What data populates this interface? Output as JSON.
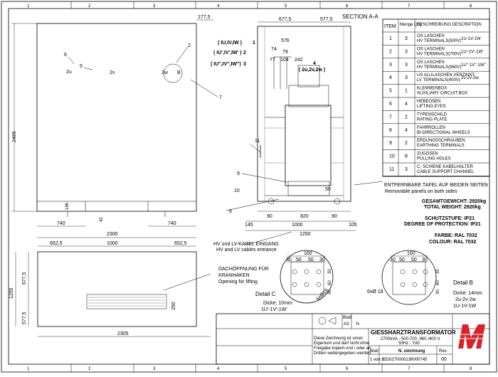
{
  "border_top": [
    "1",
    "2",
    "3",
    "4",
    "5",
    "6",
    "7",
    "8"
  ],
  "border_bottom": [
    "1",
    "2",
    "3",
    "4",
    "5",
    "6",
    "7",
    "8"
  ],
  "side_view": {
    "labels": {
      "n6": "6",
      "n5": "5",
      "n2": "2",
      "n7": "7",
      "n11": "11",
      "n9": "9",
      "n10": "10",
      "n8": "8",
      "u2": "2u",
      "v2": "2v",
      "w2": "2w",
      "B": "B"
    },
    "dims": {
      "h2489": "2489",
      "d1775": "177,5",
      "h186": "186",
      "h42": "42",
      "w740a": "740",
      "w740b": "740",
      "w2300": "2300"
    }
  },
  "section": {
    "title": "SECTION A-A",
    "dims": {
      "d6775": "677,5",
      "d5775": "577,5",
      "d576": "576",
      "d74": "74",
      "d79": "79",
      "d77": "77",
      "d104": "104",
      "d242": "242",
      "d50": "50",
      "d90a": "90",
      "d90b": "90",
      "d820": "820",
      "d145": "145",
      "d1000": "1000",
      "d105": "105",
      "d1250": "1250"
    },
    "callouts": {
      "c1": "( IU,IV,IW )",
      "n1": "1",
      "c2": "( IU',IV',IW' )",
      "n2": "2",
      "c3": "( IU'',IV'',IW'')",
      "n3": "3",
      "c4": "( 2u,2v,2w )",
      "n4": "4"
    }
  },
  "table": {
    "headers": {
      "item": "ITEM",
      "qty": "Menge Q.ty",
      "desc": "BESCHREIBUNG DESCRIPTION"
    },
    "rows": [
      {
        "item": "1",
        "qty": "3",
        "de": "OS LASCHEN",
        "en": "HV TERMINALS(500V)",
        "tag": "1U-1V-1W"
      },
      {
        "item": "2",
        "qty": "3",
        "de": "OS LASCHEN",
        "en": "HV TERMINALS(700V)",
        "tag": "1U'-1V'-1W'"
      },
      {
        "item": "3",
        "qty": "3",
        "de": "OS LASCHEN",
        "en": "HV TERMINALS(960V)",
        "tag": "1U''-1V''-1W''"
      },
      {
        "item": "4",
        "qty": "3",
        "de": "US ALULASCHEN VERZINNT",
        "en": "LV TERMINALS(400V)",
        "tag": "2u-2v-2w"
      },
      {
        "item": "5",
        "qty": "1",
        "de": "KLEMMENBOX",
        "en": "AUXILIARY CIRCUIT BOX",
        "tag": ""
      },
      {
        "item": "6",
        "qty": "4",
        "de": "HEBEOSEN",
        "en": "LIFTING EYES",
        "tag": ""
      },
      {
        "item": "7",
        "qty": "2",
        "de": "TYPENSCHILD",
        "en": "RATING PLATE",
        "tag": ""
      },
      {
        "item": "8",
        "qty": "4",
        "de": "FAHRROLLEN",
        "en": "BI-DIRECTIONAL WHEELS",
        "tag": ""
      },
      {
        "item": "9",
        "qty": "2",
        "de": "ERDUNGSSCHRAUBEN",
        "en": "EARTHING TERMINALS",
        "tag": ""
      },
      {
        "item": "10",
        "qty": "8",
        "de": "ZUGOSEN",
        "en": "PULLING HOLES",
        "tag": ""
      },
      {
        "item": "11",
        "qty": "3",
        "de": "C- SCHIENE KABELHALTER",
        "en": "CABLE SUPPORT CHANNEL",
        "tag": ""
      }
    ]
  },
  "notes": {
    "removable_de": "ENTFERNBARE TAFEL AUF BEIDEN SEITEN",
    "removable_en": "Removable panels on both sides",
    "weight_gross": "GESAMTGEWICHT: 2920kg",
    "weight_total": "TOTAL WEIGHT: 2920kg",
    "protection_de": "SCHUTZSTUFE: IP21",
    "protection_en": "DEGREE OF PROTECTION: IP21",
    "color_de": "FARBE: RAL 7032",
    "color_en": "COLOUR: RAL 7032",
    "cable_de": "HV und LV-KABEL EINGANG",
    "cable_en": "HV and LV cables entrance"
  },
  "top_view": {
    "dims": {
      "d6525a": "652,5",
      "d1000": "1000",
      "d6525b": "652,5",
      "h1255": "1255",
      "h6775": "677,5",
      "h5775": "577,5",
      "h250": "250",
      "w2305": "2305"
    },
    "opening_de1": "DACHÖFFNUNG FÜR",
    "opening_de2": "KRANHAKEN",
    "opening_en": "Opening for lifting"
  },
  "detail_c": {
    "dims": {
      "d160": "160",
      "d30a": "30",
      "d50a": "50",
      "d50b": "50",
      "d30b": "30",
      "d30c": "30",
      "d60": "60",
      "d30d": "30",
      "d6x18": "6xØ18"
    },
    "title": "Detail C",
    "thickness": "Dicke: 10mm",
    "tag": "1U'-1V'-1W'"
  },
  "detail_b": {
    "dims": {
      "d160": "160",
      "d30a": "30",
      "d50a": "50",
      "d50b": "50",
      "d30b": "30",
      "d30c": "30",
      "d60": "60",
      "d30d": "30",
      "d6x18": "6xØ 18"
    },
    "title": "Detail B",
    "thickness": "Dicke: 14mm",
    "tag1": "2u-2v-2w",
    "tag2": "1U-1V-1W"
  },
  "title_block": {
    "blatt": "Blatt",
    "a3": "A3",
    "pct": "%",
    "notice1": "Diese Zeichnung ist unser",
    "notice2": "Eigentum und darf nicht ohne",
    "notice3": "Freigabe kopiert und / oder an",
    "notice4": "Dritten weitergegeben werden",
    "title": "GIESSHARZTRANSFORMATOR",
    "subtitle": "2700kVA - 500-700 -960 /400 V",
    "freq": "50Hz - Yd0",
    "blatt2": "Blatt",
    "page": "1 von 3",
    "zlabel": "N. zeichnung",
    "zno": "ISD0270000138000745",
    "rev": "Rev.",
    "rev_no": "00"
  },
  "colors": {
    "logo_red": "#d9232a",
    "line": "#000000",
    "paper": "#ffffff"
  }
}
